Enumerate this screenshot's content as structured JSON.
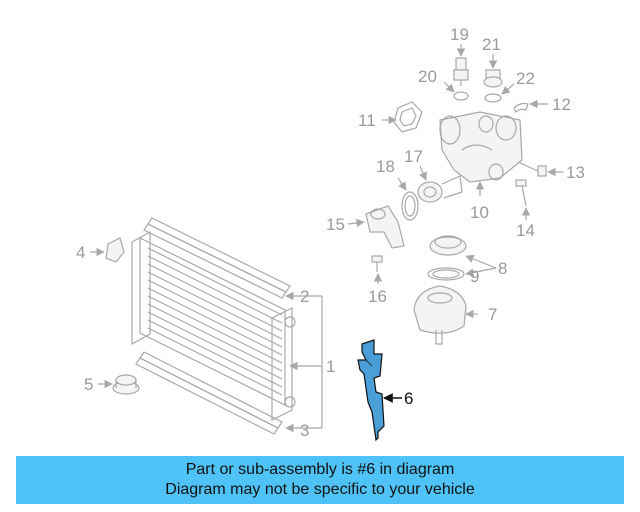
{
  "callouts": {
    "c1": "1",
    "c2": "2",
    "c3": "3",
    "c4": "4",
    "c5": "5",
    "c6": "6",
    "c7": "7",
    "c8": "8",
    "c9": "9",
    "c10": "10",
    "c11": "11",
    "c12": "12",
    "c13": "13",
    "c14": "14",
    "c15": "15",
    "c16": "16",
    "c17": "17",
    "c18": "18",
    "c19": "19",
    "c20": "20",
    "c21": "21",
    "c22": "22"
  },
  "highlight": {
    "part": "6",
    "color": "#4a9fd8"
  },
  "banner": {
    "line1": "Part or sub-assembly is #6 in diagram",
    "line2": "Diagram may not be specific to your vehicle",
    "color": "#4fc3f7"
  }
}
